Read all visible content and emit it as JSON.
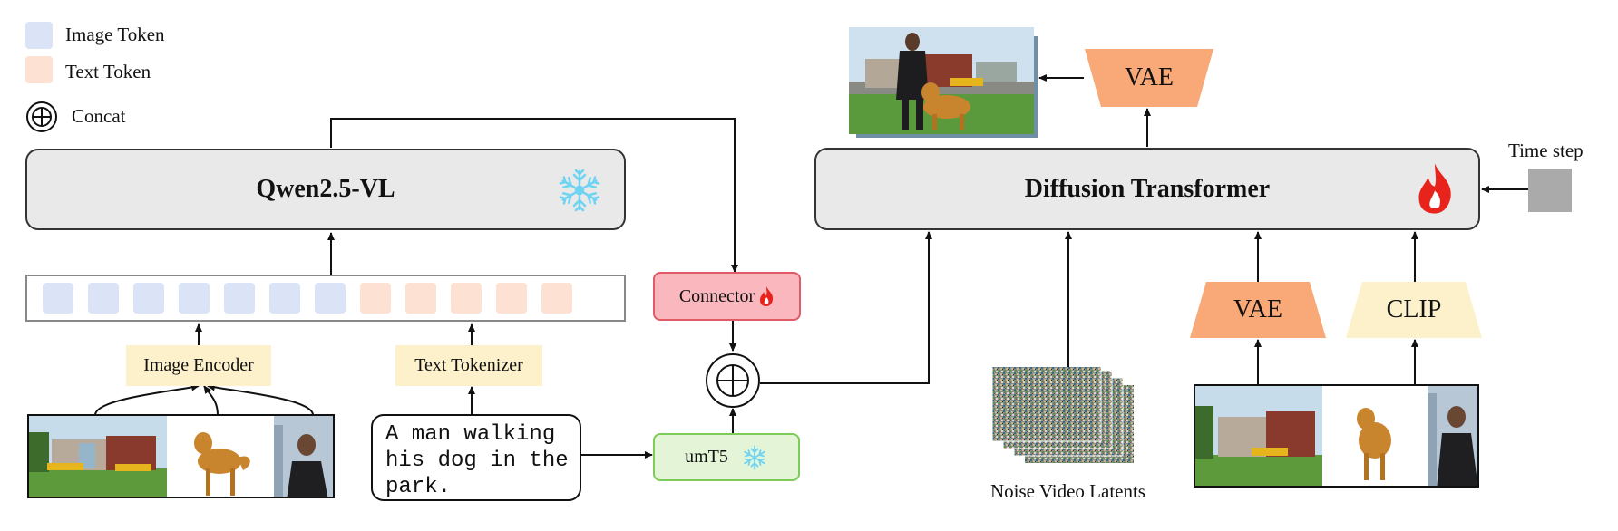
{
  "legend": {
    "image_token": "Image Token",
    "text_token": "Text Token",
    "concat": "Concat"
  },
  "colors": {
    "image_token": "#dbe4f7",
    "text_token": "#fde1d2",
    "encoder_fill": "#fdf1cc",
    "connector_fill": "#fbb7be",
    "connector_border": "#e05a68",
    "umt5_fill": "#e3f4d7",
    "umt5_border": "#7dcb59",
    "vae_fill": "#f9a877",
    "clip_fill": "#fdf1cc",
    "frozen_icon": "#6fd3f2",
    "trainable_icon": "#e8231c",
    "timestep_block": "#aaaaaa"
  },
  "icons": {
    "frozen": "snowflake-icon",
    "trainable": "fire-icon",
    "concat": "circled-plus-icon"
  },
  "qwen": {
    "label": "Qwen2.5-VL"
  },
  "tokens": {
    "image_count": 7,
    "text_count": 5
  },
  "image_encoder": {
    "label": "Image Encoder"
  },
  "text_tokenizer": {
    "label": "Text Tokenizer"
  },
  "prompt": {
    "text": "A man walking\nhis dog in the\npark."
  },
  "connector": {
    "label": "Connector"
  },
  "umt5": {
    "label": "umT5"
  },
  "dit": {
    "label": "Diffusion Transformer"
  },
  "vae_top": {
    "label": "VAE"
  },
  "vae_bottom": {
    "label": "VAE"
  },
  "clip": {
    "label": "CLIP"
  },
  "time_step": {
    "label": "Time step"
  },
  "noise": {
    "label": "Noise Video Latents"
  }
}
